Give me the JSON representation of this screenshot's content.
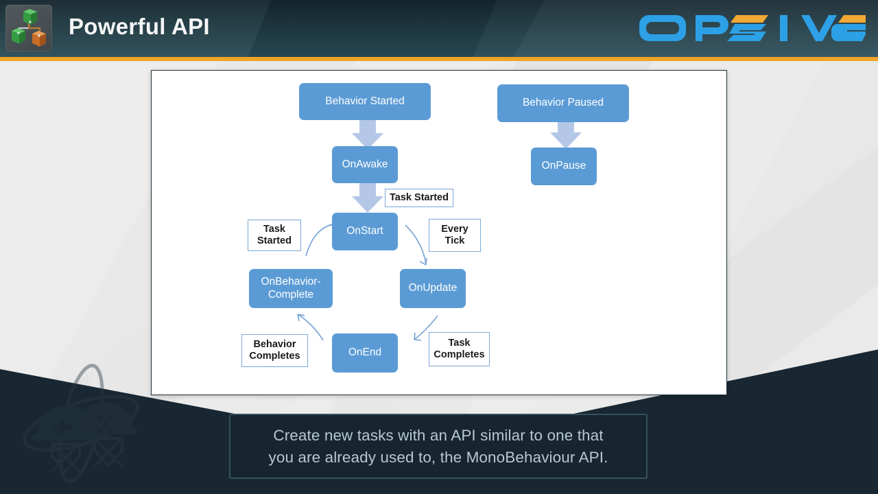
{
  "header": {
    "title": "Powerful API",
    "app_icon_name": "behavior-tree-node-icon",
    "brand": "OPSIVE",
    "brand_letters": [
      "O",
      "P",
      "S",
      "I",
      "V",
      "E"
    ],
    "colors": {
      "bar_top": "#15262e",
      "bar_bottom": "#2b4e5a",
      "accent_rule": "#f0a326",
      "brand_blue": "#1e9ae4",
      "brand_orange": "#f0a326"
    }
  },
  "diagram": {
    "title": "Task lifecycle API flow",
    "node_color": "#5b9bd5",
    "note_border_color": "#7ba7d7",
    "arrow_block_color": "#b4c7e7",
    "arrow_curve_color": "#7da7d9",
    "nodes": [
      {
        "id": "behavior-started",
        "label": "Behavior Started"
      },
      {
        "id": "behavior-paused",
        "label": "Behavior Paused"
      },
      {
        "id": "on-awake",
        "label": "OnAwake"
      },
      {
        "id": "on-pause",
        "label": "OnPause"
      },
      {
        "id": "on-start",
        "label": "OnStart"
      },
      {
        "id": "on-behavior-complete",
        "label": "OnBehavior-\nComplete"
      },
      {
        "id": "on-update",
        "label": "OnUpdate"
      },
      {
        "id": "on-end",
        "label": "OnEnd"
      }
    ],
    "notes": [
      {
        "id": "note-task-started-top",
        "label": "Task Started"
      },
      {
        "id": "note-task-started-left",
        "label": "Task\nStarted"
      },
      {
        "id": "note-every-tick",
        "label": "Every\nTick"
      },
      {
        "id": "note-behavior-completes",
        "label": "Behavior\nCompletes"
      },
      {
        "id": "note-task-completes",
        "label": "Task\nCompletes"
      }
    ],
    "edges": [
      {
        "from": "behavior-started",
        "to": "on-awake",
        "style": "block-arrow-down"
      },
      {
        "from": "behavior-paused",
        "to": "on-pause",
        "style": "block-arrow-down"
      },
      {
        "from": "on-awake",
        "to": "on-start",
        "style": "block-arrow-down"
      },
      {
        "from": "note-task-started-left",
        "to": "on-start",
        "style": "curve"
      },
      {
        "from": "on-start",
        "to": "on-update",
        "style": "curve",
        "label_ref": "note-every-tick"
      },
      {
        "from": "on-end",
        "to": "on-behavior-complete",
        "style": "curve"
      },
      {
        "from": "on-update",
        "to": "on-end",
        "style": "curve",
        "label_ref": "note-task-completes"
      }
    ]
  },
  "caption": {
    "line1": "Create new tasks with an API similar to one that",
    "line2": "you are already used to, the MonoBehaviour API."
  },
  "watermark": {
    "name": "opsive-hat-orbit-watermark"
  }
}
